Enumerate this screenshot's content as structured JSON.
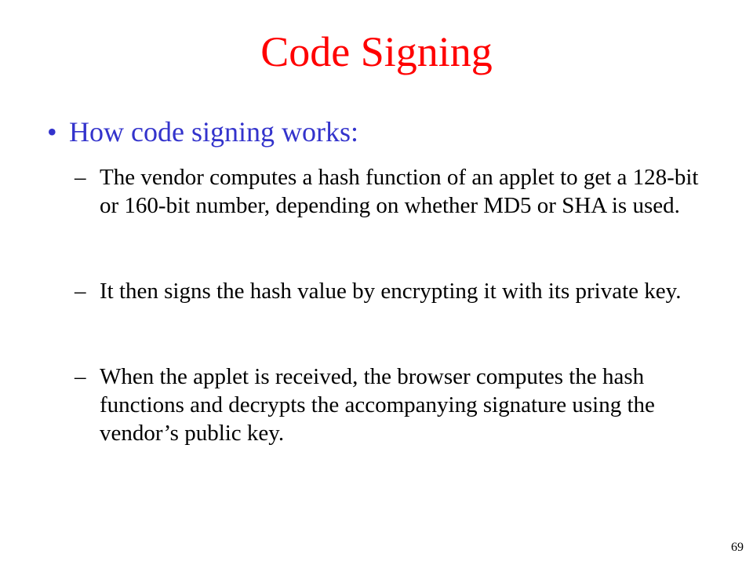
{
  "colors": {
    "title": "#ff0000",
    "bullet": "#3333cc",
    "body": "#000000",
    "background": "#ffffff"
  },
  "slide": {
    "title": "Code Signing",
    "bullet": {
      "marker": "•",
      "text": "How code signing works:"
    },
    "sub_items": [
      {
        "marker": "–",
        "text": "The vendor computes a hash function of an applet to get a 128-bit or 160-bit number, depending on whether MD5 or SHA is used."
      },
      {
        "marker": "–",
        "text": "It then signs the hash value by encrypting it with its private key."
      },
      {
        "marker": "–",
        "text": "When the applet is received, the browser computes the hash functions and decrypts the accompanying signature using the vendor’s public key."
      }
    ],
    "page_number": "69"
  }
}
